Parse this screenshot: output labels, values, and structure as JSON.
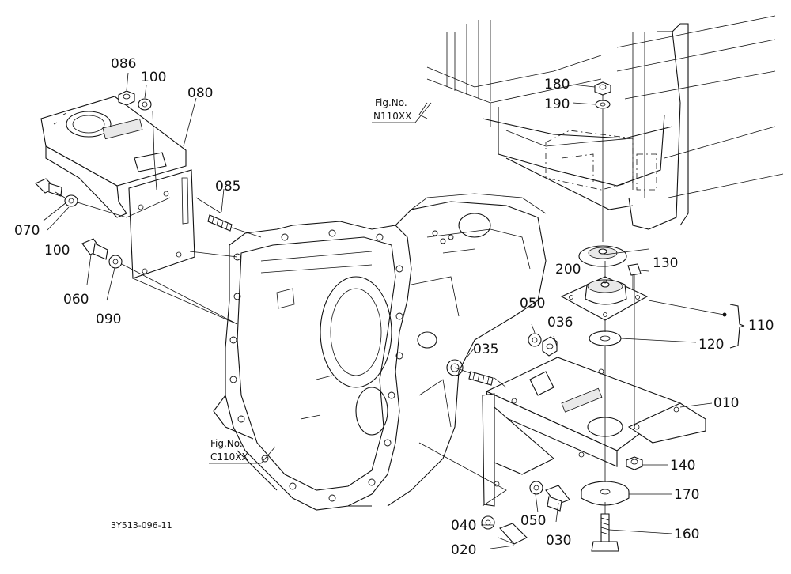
{
  "drawing_code": "3Y513-096-11",
  "references": [
    {
      "id": "ref-n110xx",
      "line1": "Fig.No.",
      "line2": "N110XX"
    },
    {
      "id": "ref-c110xx",
      "line1": "Fig.No.",
      "line2": "C110XX"
    }
  ],
  "part_labels": [
    "086",
    "100",
    "080",
    "070",
    "100",
    "085",
    "060",
    "090",
    "180",
    "190",
    "200",
    "130",
    "110",
    "120",
    "050",
    "036",
    "035",
    "010",
    "140",
    "170",
    "160",
    "050",
    "030",
    "040",
    "020"
  ],
  "group_marker": "·"
}
